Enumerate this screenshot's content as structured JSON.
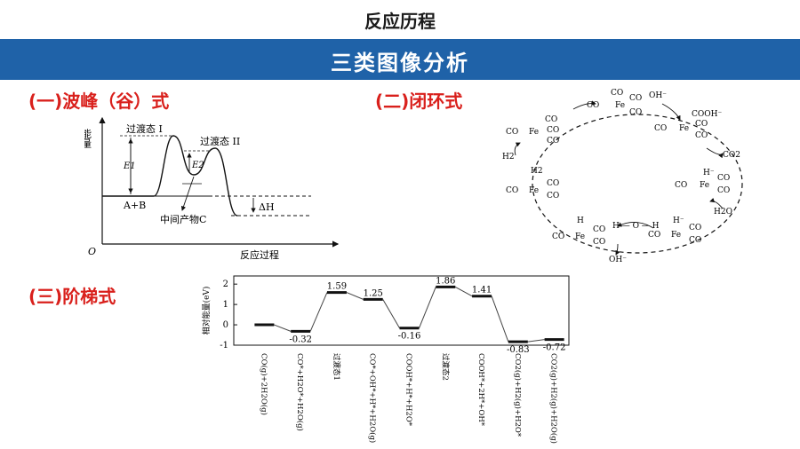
{
  "page": {
    "title": "反应历程",
    "banner": "三类图像分析"
  },
  "sections": {
    "wave": "(一)波峰（谷）式",
    "closed": "(二)闭环式",
    "step": "(三)阶梯式"
  },
  "wave_diagram": {
    "y_axis": "能量",
    "x_axis": "反应过程",
    "origin": "O",
    "ts1": "过渡态 I",
    "ts2": "过渡态 II",
    "reactant": "A+B",
    "intermediate": "中间产物C",
    "e1": "E1",
    "e2": "E2",
    "dh": "ΔH"
  },
  "cycle_diagram": {
    "co": "CO",
    "fe": "Fe",
    "co2": "CO2",
    "h2": "H2",
    "h2o": "H2O",
    "oh": "OH⁻",
    "cooh": "COOH⁻",
    "h_minus": "H⁻",
    "h": "H"
  },
  "step_diagram": {
    "ylabel": "相对能量(eV)",
    "yticks": [
      "2",
      "1",
      "0",
      "-1"
    ],
    "levels": [
      {
        "label": "CO(g)+2H2O(g)",
        "value": 0.0,
        "value_label": ""
      },
      {
        "label": "CO*+H2O*+H2O(g)",
        "value": -0.32,
        "value_label": "-0.32"
      },
      {
        "label": "过渡态1",
        "value": 1.59,
        "value_label": "1.59"
      },
      {
        "label": "CO*+OH*+H*+H2O(g)",
        "value": 1.25,
        "value_label": "1.25"
      },
      {
        "label": "COOH*+H*+H2O*",
        "value": -0.16,
        "value_label": "-0.16"
      },
      {
        "label": "过渡态2",
        "value": 1.86,
        "value_label": "1.86"
      },
      {
        "label": "COOH*+2H*+OH*",
        "value": 1.41,
        "value_label": "1.41"
      },
      {
        "label": "CO2(g)+H2(g)+H2O*",
        "value": -0.83,
        "value_label": "-0.83"
      },
      {
        "label": "CO2(g)+H2(g)+H2O(g)",
        "value": -0.72,
        "value_label": "-0.72"
      }
    ],
    "ylim": [
      -1,
      2.4
    ]
  }
}
